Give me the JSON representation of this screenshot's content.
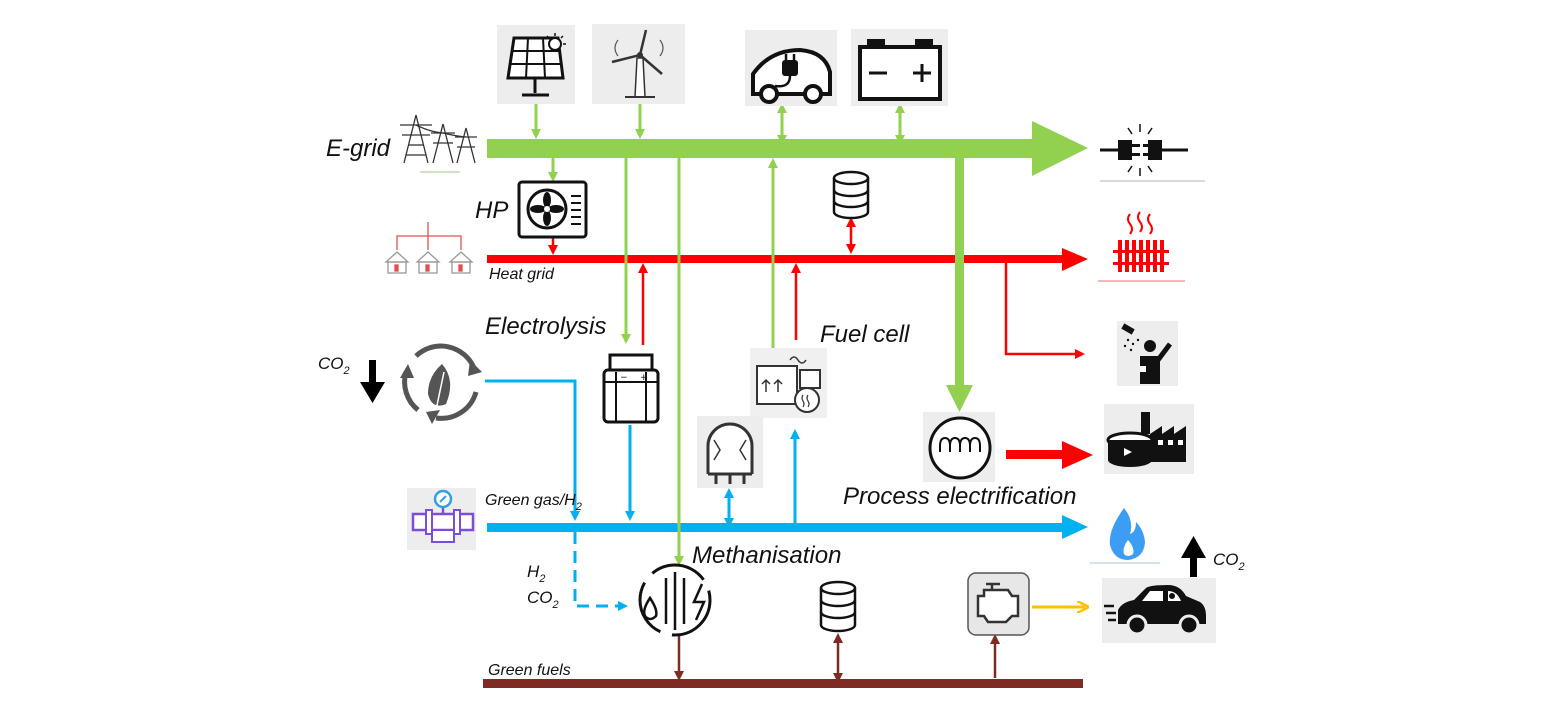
{
  "labels": {
    "e_grid": "E-grid",
    "hp": "HP",
    "heat_grid": "Heat grid",
    "electrolysis": "Electrolysis",
    "fuel_cell": "Fuel cell",
    "co2_left": "CO",
    "co2_right": "CO",
    "co2_sub": "2",
    "green_gas": "Green gas/H",
    "green_gas_sub": "2",
    "process_electrification": "Process electrification",
    "methanisation": "Methanisation",
    "h2": "H",
    "h2_sub": "2",
    "co2_input": "CO",
    "co2_input_sub": "2",
    "green_fuels": "Green fuels"
  },
  "colors": {
    "electric": "#92d050",
    "heat": "#ff0000",
    "gas": "#00b0f0",
    "fuel": "#7f2a22",
    "engine_out": "#ffc000",
    "co2_arrow": "#000000"
  },
  "icons": [
    "solar-panel-icon",
    "wind-turbine-icon",
    "electric-car-icon",
    "battery-icon",
    "transmission-tower-icon",
    "plug-socket-icon",
    "heat-pump-icon",
    "storage-cylinder-icon",
    "district-heating-icon",
    "radiator-icon",
    "electrolyser-icon",
    "fuel-cell-icon",
    "biogas-cycle-icon",
    "shower-icon",
    "gas-tank-icon",
    "heating-coil-icon",
    "industry-icon",
    "gas-pipeline-icon",
    "flame-icon",
    "methanisation-icon",
    "engine-icon",
    "car-icon"
  ]
}
